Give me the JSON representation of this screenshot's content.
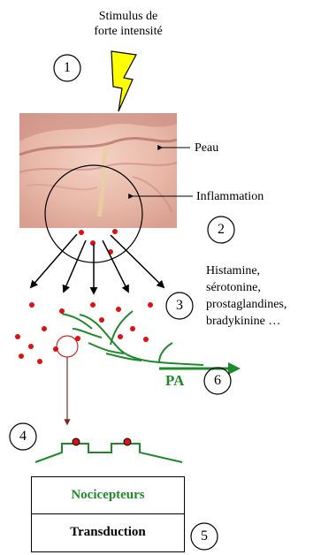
{
  "labels": {
    "stimulus_line1": "Stimulus de",
    "stimulus_line2": "forte intensité",
    "peau": "Peau",
    "inflammation": "Inflammation",
    "mediators": [
      "Histamine,",
      "sérotonine,",
      "prostaglandines,",
      "bradykinine …"
    ],
    "pa": "PA",
    "nocicepteurs": "Nocicepteurs",
    "transduction": "Transduction"
  },
  "steps": [
    "1",
    "2",
    "3",
    "4",
    "5",
    "6"
  ],
  "colors": {
    "nerve": "#1f8a2a",
    "mediator_dot": "#dd1111",
    "bolt": "#ffff00",
    "zoom_arrow": "#7a2b20"
  }
}
